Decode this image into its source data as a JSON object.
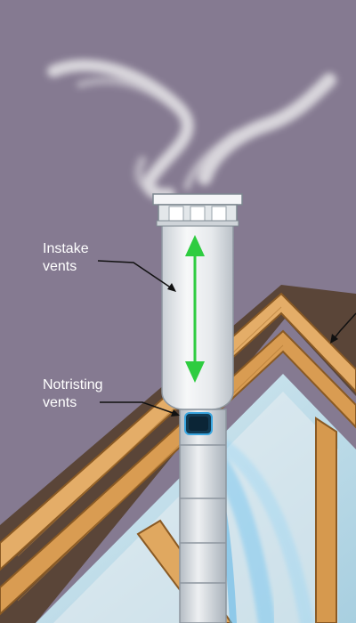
{
  "labels": {
    "intake": {
      "line1": "Instake",
      "line2": "vents"
    },
    "lower": {
      "line1": "Notristing",
      "line2": "vents"
    }
  },
  "colors": {
    "background": "#857a91",
    "roof_shingle": "#5a4538",
    "timber": "#e0a860",
    "timber_dark": "#b07834",
    "attic_glass": "#bcd8e4",
    "pipe": "#e9ecef",
    "pipe_shadow": "#bfc5cb",
    "arrow_green": "#2ecc40",
    "airflow_blue": "#6ec3f0",
    "smoke": "#f1f1f1"
  },
  "icons": {
    "flow_arrow": "double-headed-arrow-icon",
    "vent_opening": "vent-opening-icon"
  }
}
